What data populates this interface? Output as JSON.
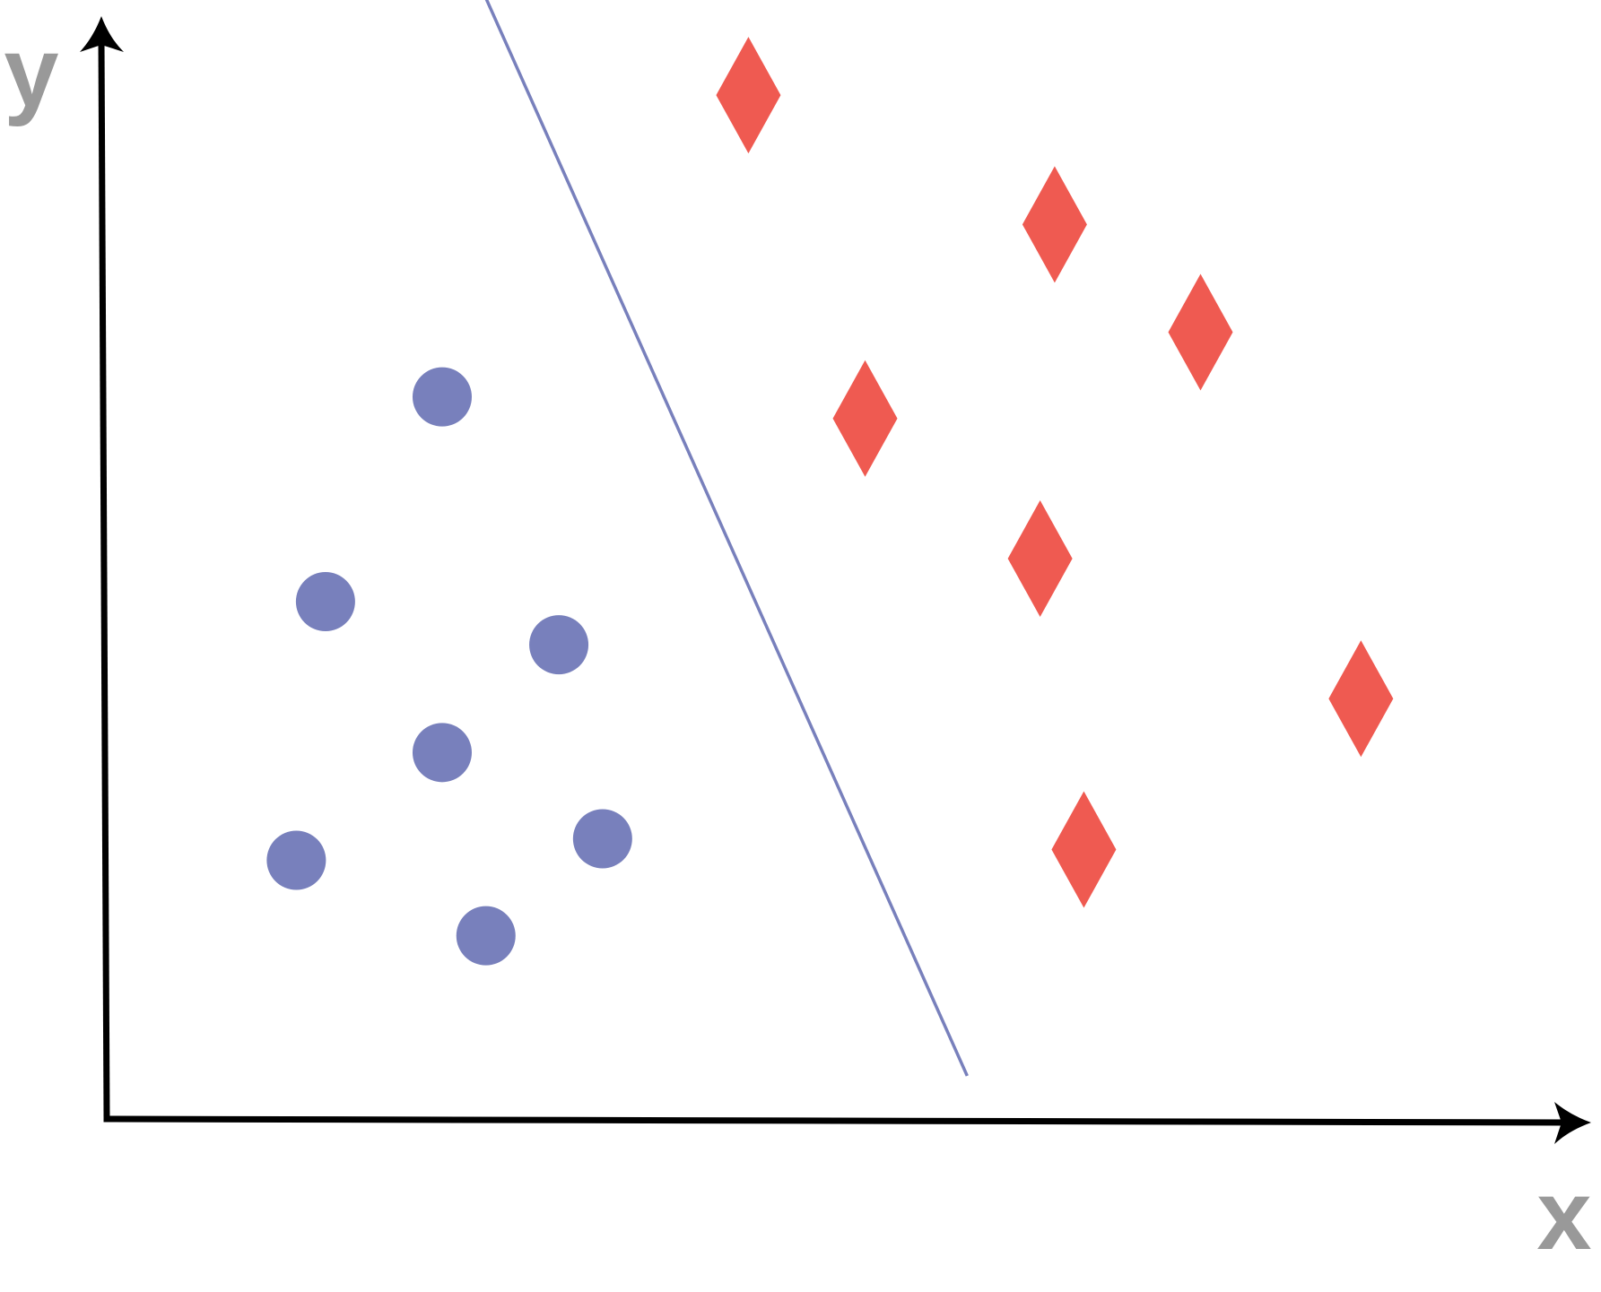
{
  "labels": {
    "x_axis": "x",
    "y_axis": "y"
  },
  "colors": {
    "axis": "#000000",
    "label": "#999999",
    "class_a": "#7880bc",
    "class_b": "#ef5a51",
    "boundary": "#7880bc"
  },
  "chart_data": {
    "type": "scatter",
    "xlabel": "x",
    "ylabel": "y",
    "grid": false,
    "series": [
      {
        "marker": "circle",
        "color": "#7880bc",
        "points": [
          {
            "x": 0.23,
            "y": 0.67
          },
          {
            "x": 0.15,
            "y": 0.48
          },
          {
            "x": 0.31,
            "y": 0.44
          },
          {
            "x": 0.23,
            "y": 0.34
          },
          {
            "x": 0.13,
            "y": 0.24
          },
          {
            "x": 0.34,
            "y": 0.26
          },
          {
            "x": 0.26,
            "y": 0.17
          }
        ]
      },
      {
        "marker": "diamond",
        "color": "#ef5a51",
        "points": [
          {
            "x": 0.44,
            "y": 0.95
          },
          {
            "x": 0.65,
            "y": 0.83
          },
          {
            "x": 0.75,
            "y": 0.73
          },
          {
            "x": 0.52,
            "y": 0.65
          },
          {
            "x": 0.64,
            "y": 0.52
          },
          {
            "x": 0.86,
            "y": 0.39
          },
          {
            "x": 0.67,
            "y": 0.25
          }
        ]
      }
    ],
    "boundary": {
      "from": {
        "x": 0.26,
        "y": 1.04
      },
      "to": {
        "x": 0.59,
        "y": 0.04
      }
    },
    "xlim": [
      0,
      1
    ],
    "ylim": [
      0,
      1
    ]
  }
}
